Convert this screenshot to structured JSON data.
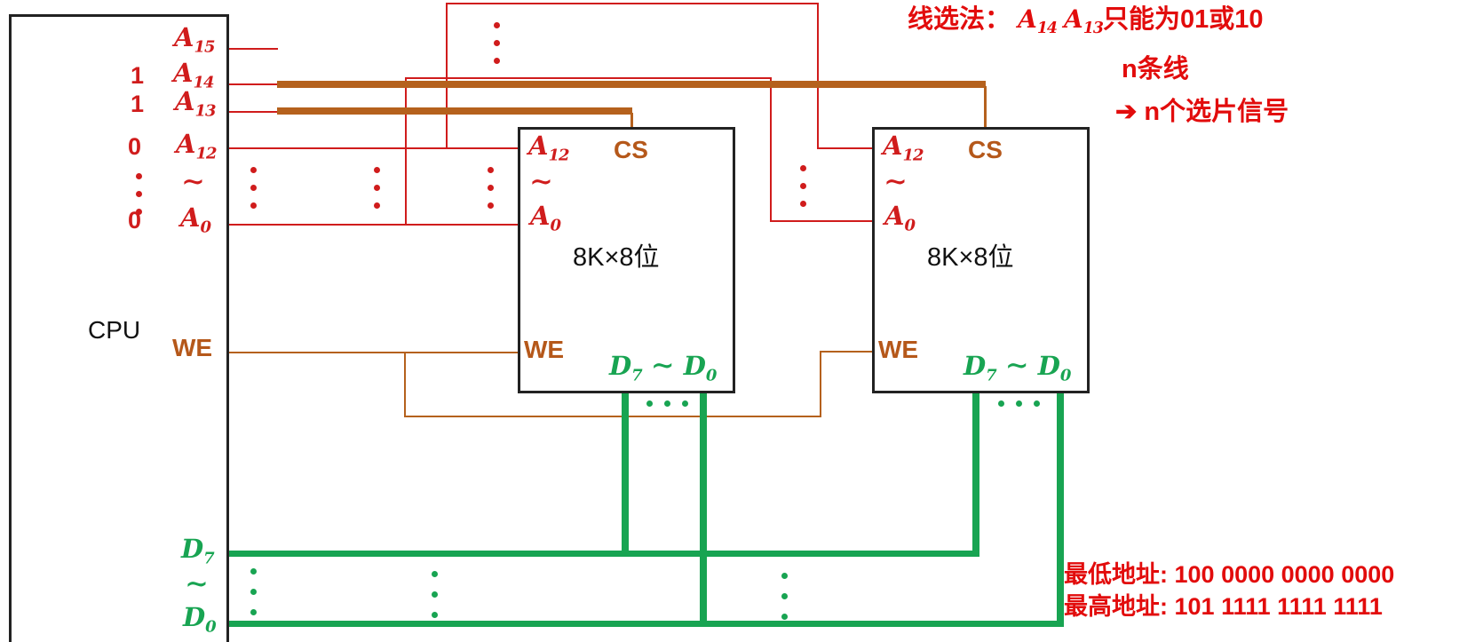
{
  "colors": {
    "wire_red": "#d01c1c",
    "wire_brown": "#b5611d",
    "wire_green": "#18a452",
    "note_red": "#e20c0c",
    "text_black": "#111111"
  },
  "cpu": {
    "label": "CPU",
    "we_label": "WE",
    "tilde": "∼",
    "address_pins": [
      {
        "bit": "",
        "name": "A",
        "sub": "15"
      },
      {
        "bit": "1",
        "name": "A",
        "sub": "14"
      },
      {
        "bit": "1",
        "name": "A",
        "sub": "13"
      },
      {
        "bit": "0",
        "name": "A",
        "sub": "12"
      },
      {
        "bit": "0",
        "name": "A",
        "sub": "0"
      }
    ],
    "data_hi": {
      "name": "D",
      "sub": "7"
    },
    "data_lo": {
      "name": "D",
      "sub": "0"
    }
  },
  "chips": [
    {
      "pin_hi": {
        "name": "A",
        "sub": "12"
      },
      "tilde": "∼",
      "pin_lo": {
        "name": "A",
        "sub": "0"
      },
      "cs": "CS",
      "capacity": "8K×8位",
      "we": "WE",
      "d_hi": {
        "name": "D",
        "sub": "7"
      },
      "d_tilde": "∼",
      "d_lo": {
        "name": "D",
        "sub": "0"
      }
    },
    {
      "pin_hi": {
        "name": "A",
        "sub": "12"
      },
      "tilde": "∼",
      "pin_lo": {
        "name": "A",
        "sub": "0"
      },
      "cs": "CS",
      "capacity": "8K×8位",
      "we": "WE",
      "d_hi": {
        "name": "D",
        "sub": "7"
      },
      "d_tilde": "∼",
      "d_lo": {
        "name": "D",
        "sub": "0"
      }
    }
  ],
  "annotations": {
    "method_prefix": "线选法：",
    "method_a14": {
      "name": "A",
      "sub": "14"
    },
    "method_a13": {
      "name": "A",
      "sub": "13"
    },
    "method_suffix": "只能为01或10",
    "n_lines": "n条线",
    "arrow": "➔",
    "n_signals": "n个选片信号",
    "lowest_label": "最低地址:",
    "lowest_value": "100 0000 0000 0000",
    "highest_label": "最高地址:",
    "highest_value": "101 1111 1111 1111"
  }
}
